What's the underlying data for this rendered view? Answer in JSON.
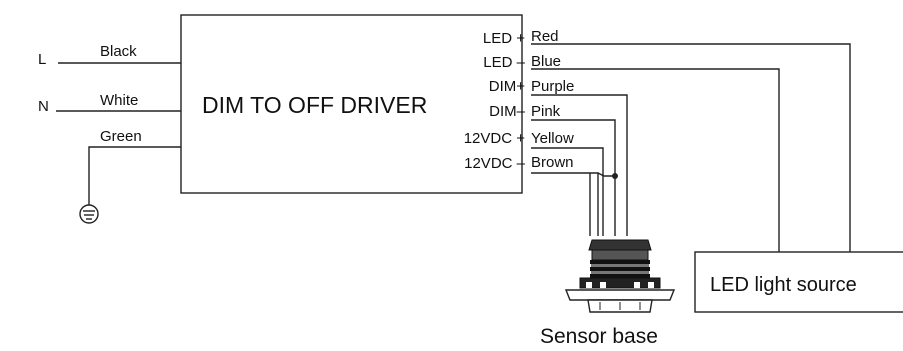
{
  "driver": {
    "title": "DIM TO OFF DRIVER"
  },
  "inputs": {
    "line_label": "L",
    "neutral_label": "N",
    "wire_black": "Black",
    "wire_white": "White",
    "wire_green": "Green"
  },
  "terminals": {
    "led_plus": "LED +",
    "led_minus": "LED –",
    "dim_plus": "DIM+",
    "dim_minus": "DIM–",
    "v12_plus": "12VDC +",
    "v12_minus": "12VDC –"
  },
  "output_wires": {
    "red": "Red",
    "blue": "Blue",
    "purple": "Purple",
    "pink": "Pink",
    "yellow": "Yellow",
    "brown": "Brown"
  },
  "components": {
    "led_source": "LED light source",
    "sensor_base": "Sensor base"
  },
  "icons": {
    "ground": "ground-icon",
    "sensor": "sensor-base-icon"
  }
}
